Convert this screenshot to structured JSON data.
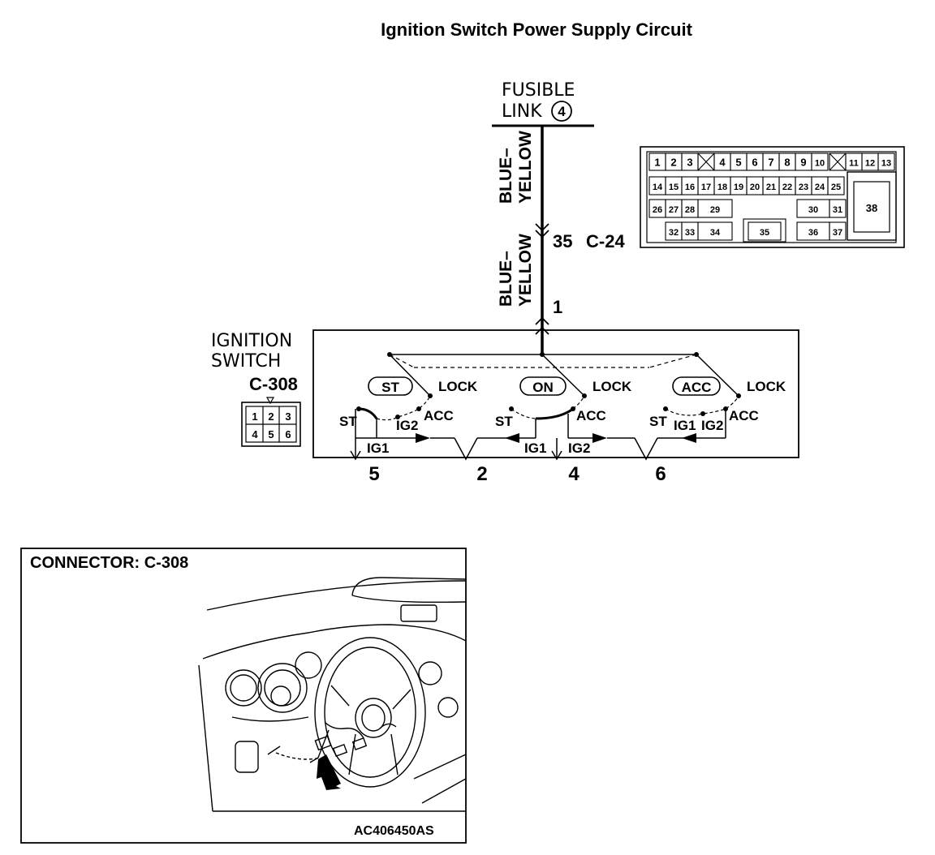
{
  "title": "Ignition Switch Power Supply Circuit",
  "fusible_link": {
    "line1": "FUSIBLE",
    "line2": "LINK",
    "number": "4"
  },
  "wire_upper": {
    "line1": "BLUE–",
    "line2": "YELLOW"
  },
  "wire_lower": {
    "line1": "BLUE–",
    "line2": "YELLOW"
  },
  "junction": {
    "pin": "35",
    "connector": "C-24"
  },
  "switch_input_pin": "1",
  "ignition_switch": {
    "line1": "IGNITION",
    "line2": "SWITCH",
    "connector": "C-308"
  },
  "switch_pins": [
    "1",
    "2",
    "3",
    "4",
    "5",
    "6"
  ],
  "contact_groups": [
    {
      "mode": "ST",
      "lock": "LOCK",
      "acc": "ACC",
      "left": "ST",
      "mid": "IG2",
      "bottom": "IG1"
    },
    {
      "mode": "ON",
      "lock": "LOCK",
      "acc": "ACC",
      "left": "ST",
      "mid": "IG1",
      "bottom": "IG2"
    },
    {
      "mode": "ACC",
      "lock": "LOCK",
      "acc": "ACC",
      "left": "ST",
      "mid1": "IG1",
      "mid2": "IG2"
    }
  ],
  "output_pins": [
    "5",
    "2",
    "4",
    "6"
  ],
  "c24_pins": {
    "row1a": [
      "1",
      "2",
      "3"
    ],
    "row1b": [
      "4",
      "5",
      "6",
      "7",
      "8",
      "9",
      "10"
    ],
    "row1c": [
      "11",
      "12",
      "13"
    ],
    "row2": [
      "14",
      "15",
      "16",
      "17",
      "18",
      "19",
      "20",
      "21",
      "22",
      "23",
      "24",
      "25"
    ],
    "row3a": [
      "26",
      "27",
      "28",
      "29"
    ],
    "row3b": [
      "30",
      "31"
    ],
    "row4a": [
      "32",
      "33",
      "34"
    ],
    "row4b": [
      "35"
    ],
    "row4c": [
      "36",
      "37"
    ],
    "large": "38"
  },
  "connector_panel": {
    "title": "CONNECTOR: C-308",
    "code": "AC406450AS"
  }
}
